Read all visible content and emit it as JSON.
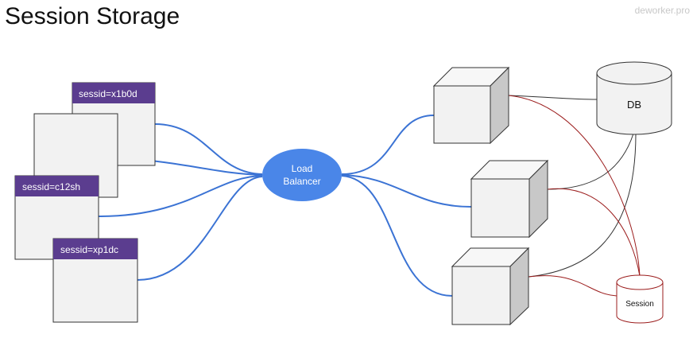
{
  "title": "Session Storage",
  "watermark": "deworker.pro",
  "load_balancer": {
    "line1": "Load",
    "line2": "Balancer"
  },
  "clients": [
    {
      "label": "sessid=x1b0d"
    },
    {
      "label": ""
    },
    {
      "label": "sessid=c12sh"
    },
    {
      "label": "sessid=xp1dc"
    }
  ],
  "db": {
    "label": "DB"
  },
  "session_store": {
    "label": "Session"
  },
  "colors": {
    "client_label_bg": "#5b3d8f",
    "box_fill": "#f2f2f2",
    "blue_link": "#3b73d4",
    "lb_fill": "#4a86e8",
    "red_link": "#9b1c1c",
    "black_link": "#333333"
  }
}
